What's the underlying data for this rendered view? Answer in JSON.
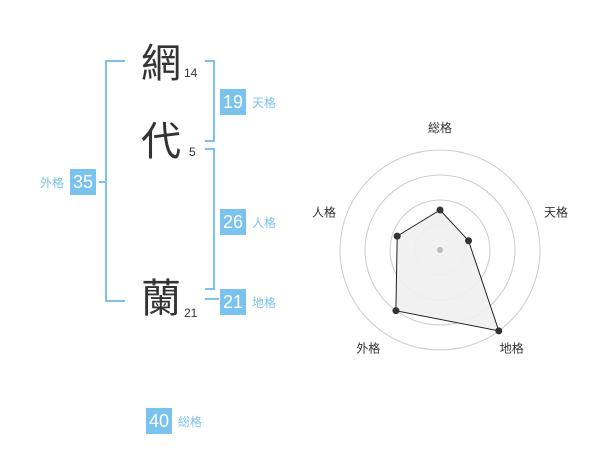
{
  "characters": [
    {
      "char": "網",
      "strokes": "14"
    },
    {
      "char": "代",
      "strokes": "5"
    },
    {
      "char": "蘭",
      "strokes": "21"
    }
  ],
  "badges": {
    "tenkaku": {
      "value": "19",
      "label": "天格"
    },
    "jinkaku": {
      "value": "26",
      "label": "人格"
    },
    "chikaku": {
      "value": "21",
      "label": "地格"
    },
    "gaikaku": {
      "value": "35",
      "label": "外格"
    },
    "soukaku": {
      "value": "40",
      "label": "総格"
    }
  },
  "colors": {
    "accent": "#7ac3ef",
    "text": "#333333",
    "radar_fill": "#f0f0f0",
    "ring": "#cccccc"
  },
  "chart_data": {
    "type": "radar",
    "axes": [
      "総格",
      "天格",
      "地格",
      "外格",
      "人格"
    ],
    "values": [
      0.4,
      0.3,
      1.0,
      0.75,
      0.45
    ],
    "range": [
      0,
      1
    ],
    "rings": 4
  }
}
